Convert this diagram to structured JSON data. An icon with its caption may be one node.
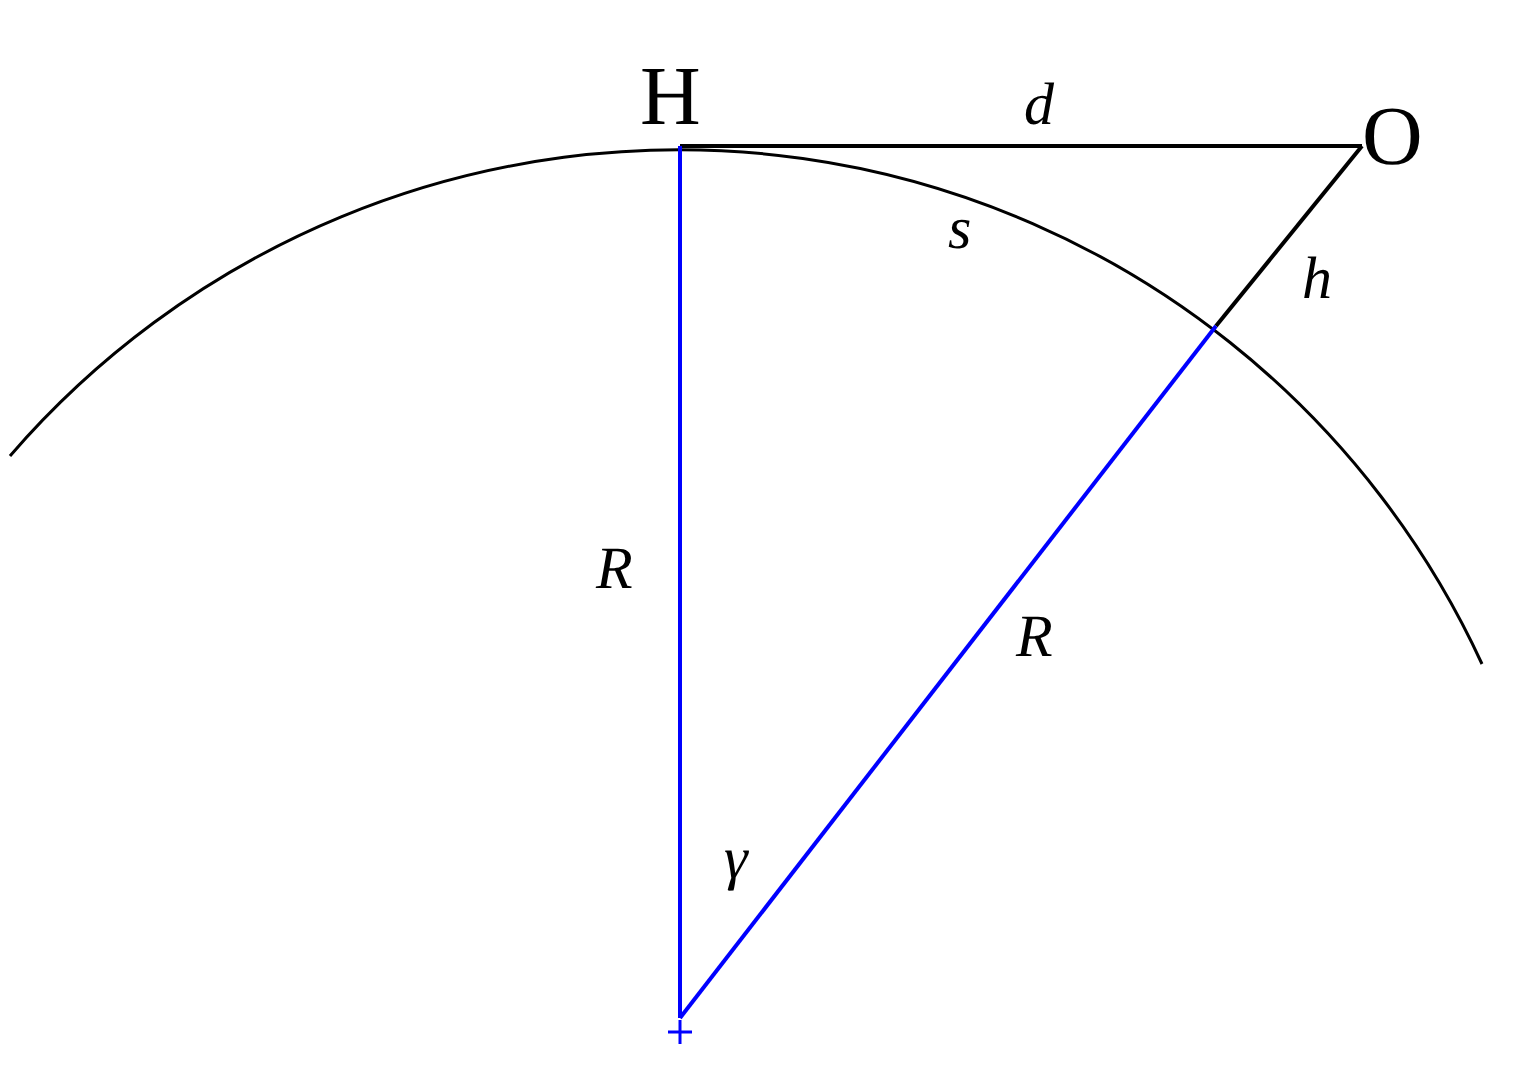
{
  "diagram": {
    "nodes": [
      {
        "text": [
          "H"
        ]
      },
      {
        "text": [
          "O"
        ]
      },
      {
        "text": [],
        "shape": "cross"
      }
    ],
    "edges": [
      {
        "from": 0,
        "to": 1,
        "arrow": "none",
        "label": "d"
      },
      {
        "from": 1,
        "to": null,
        "arrow": "none",
        "label": "h"
      },
      {
        "from": 0,
        "to": 2,
        "arrow": "none",
        "label": "R",
        "color": "#0000ff"
      },
      {
        "from": 2,
        "to": null,
        "arrow": "none",
        "label": "R",
        "color": "#0000ff"
      }
    ],
    "labels": [
      "s",
      "γ"
    ]
  }
}
